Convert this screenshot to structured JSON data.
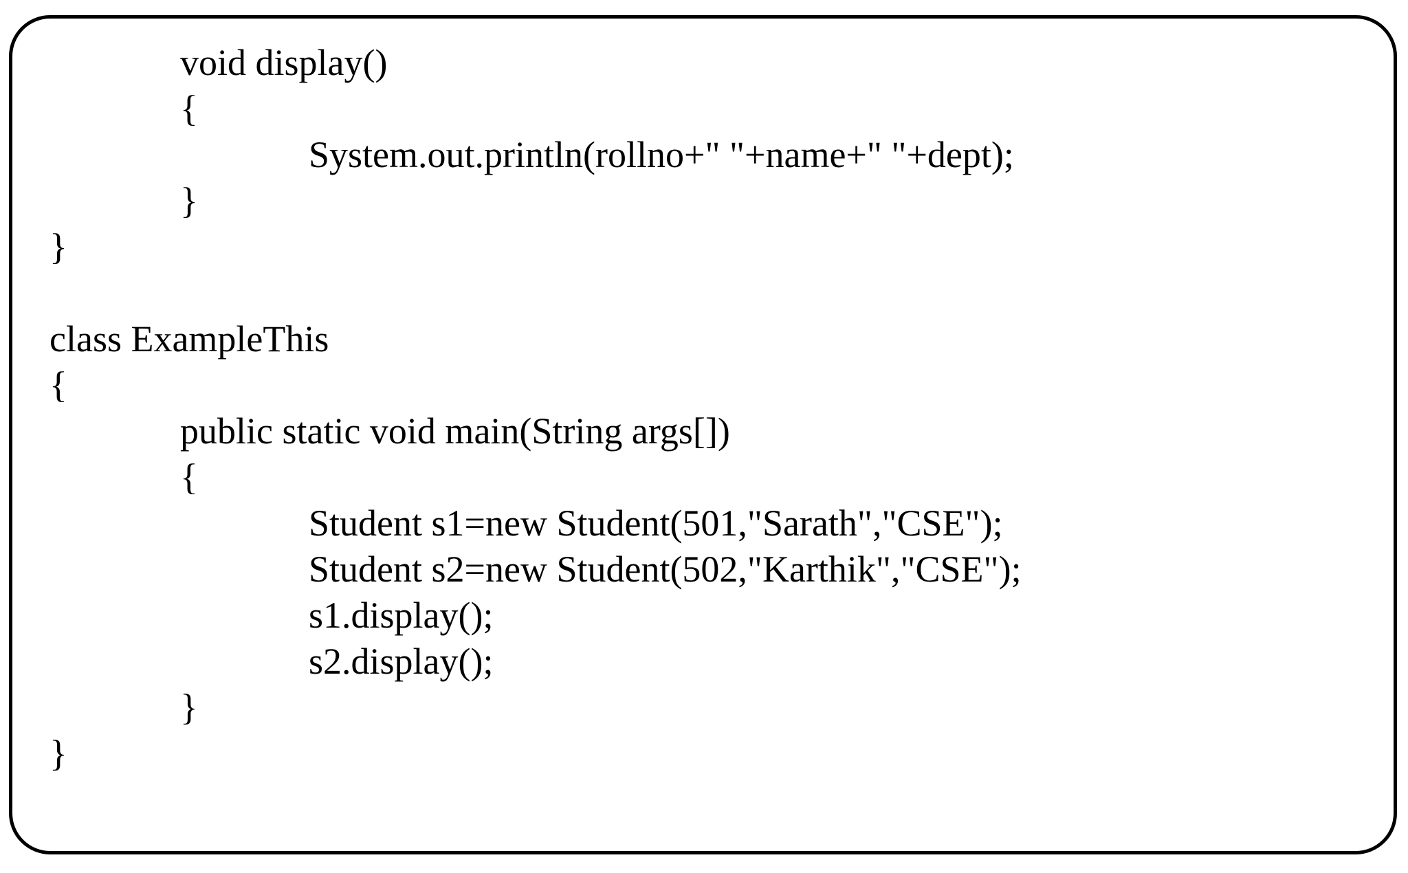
{
  "figure": {
    "background": "#ffffff",
    "border_color": "#000000",
    "text_color": "#000000"
  },
  "code_block": {
    "lines": [
      {
        "indent": 1,
        "text": "void display()"
      },
      {
        "indent": 1,
        "text": "{"
      },
      {
        "indent": 2,
        "text": "System.out.println(rollno+\" \"+name+\" \"+dept);"
      },
      {
        "indent": 1,
        "text": "}"
      },
      {
        "indent": 0,
        "text": "}"
      },
      {
        "indent": 0,
        "text": ""
      },
      {
        "indent": 0,
        "text": "class ExampleThis"
      },
      {
        "indent": 0,
        "text": "{"
      },
      {
        "indent": 1,
        "text": "public static void main(String args[])"
      },
      {
        "indent": 1,
        "text": "{"
      },
      {
        "indent": 2,
        "text": "Student s1=new Student(501,\"Sarath\",\"CSE\");"
      },
      {
        "indent": 2,
        "text": "Student s2=new Student(502,\"Karthik\",\"CSE\");"
      },
      {
        "indent": 2,
        "text": "s1.display();"
      },
      {
        "indent": 2,
        "text": "s2.display();"
      },
      {
        "indent": 1,
        "text": "}"
      },
      {
        "indent": 0,
        "text": "}"
      }
    ]
  }
}
